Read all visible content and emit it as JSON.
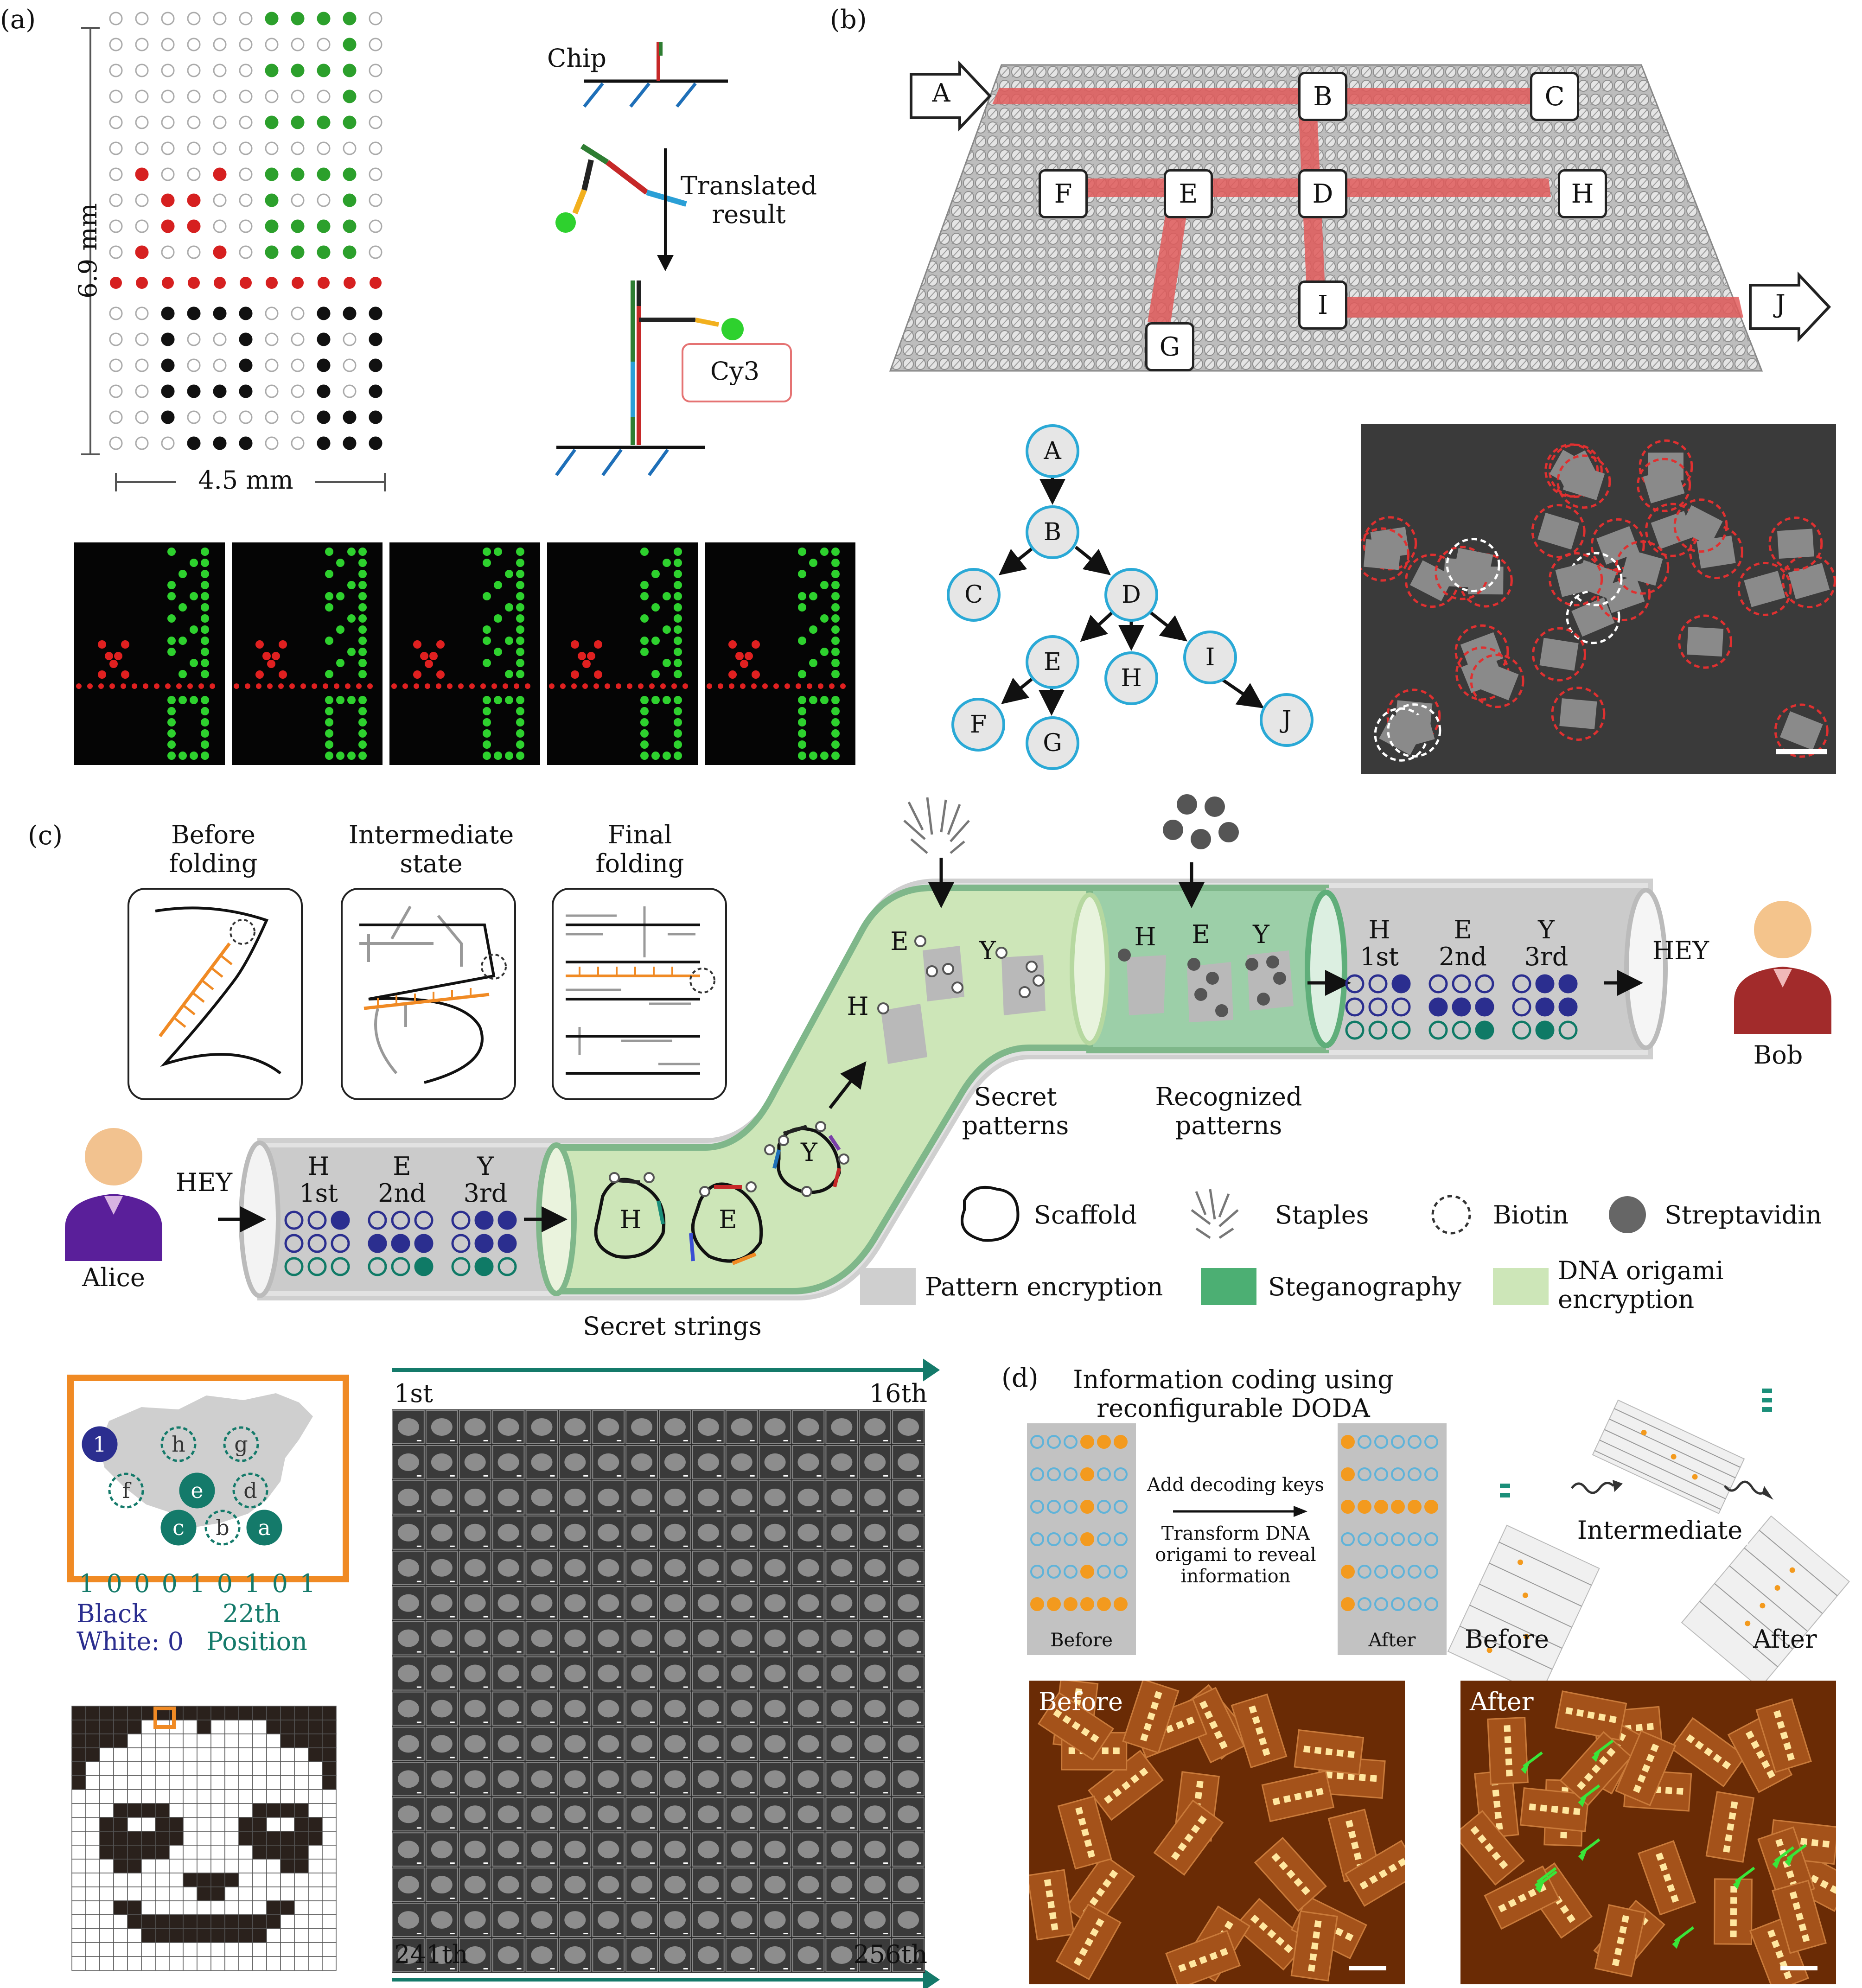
{
  "panel_labels": {
    "a": "(a)",
    "b": "(b)",
    "c": "(c)",
    "d": "(d)"
  },
  "panel_a": {
    "height_label": "6.9 mm",
    "width_label": "4.5 mm",
    "chip_label": "Chip",
    "arrow_label": "Translated result",
    "dye_label": "Cy3"
  },
  "panel_b": {
    "path_points": [
      "A",
      "B",
      "C",
      "D",
      "E",
      "F",
      "G",
      "H",
      "I",
      "J"
    ],
    "tree_nodes": [
      "A",
      "B",
      "C",
      "D",
      "E",
      "F",
      "G",
      "H",
      "I",
      "J"
    ],
    "colors": {
      "path": "#e05a5a",
      "node_border": "#2aa9d6",
      "node_fill": "#e6e6e6"
    }
  },
  "panel_c": {
    "states": [
      "Before folding",
      "Intermediate state",
      "Final folding"
    ],
    "sender": "Alice",
    "receiver": "Bob",
    "message": "HEY",
    "letters": [
      "H",
      "E",
      "Y"
    ],
    "ordinals": [
      "1st",
      "2nd",
      "3rd"
    ],
    "secret_strings": "Secret strings",
    "secret_patterns": "Secret patterns",
    "recognized_patterns": "Recognized patterns",
    "legend": {
      "scaffold": "Scaffold",
      "staples": "Staples",
      "biotin": "Biotin",
      "streptavidin": "Streptavidin",
      "pattern_encryption": "Pattern encryption",
      "steganography": "Steganography",
      "origami_encryption": "DNA origami encryption"
    },
    "colors": {
      "pattern": "#cfcfcf",
      "steganography": "#4caf73",
      "origami": "#cde6b8",
      "dot_blue": "#2b2e8f",
      "dot_green": "#0f7a66"
    }
  },
  "panel_map": {
    "bits": "1 0 0 0 1 0 1 0 1",
    "black_label": "Black",
    "white_label": "White: 0",
    "position_num": "22th",
    "position_label": "Position",
    "site_labels": [
      "1",
      "h",
      "g",
      "f",
      "e",
      "d",
      "c",
      "b",
      "a"
    ],
    "colors": {
      "frame": "#f08a24",
      "teal": "#147a6a",
      "navy": "#2b2e8f"
    }
  },
  "panel_grid": {
    "top_left": "1st",
    "top_right": "16th",
    "bottom_left": "241th",
    "bottom_right": "256th"
  },
  "panel_d": {
    "title": "Information coding using reconfigurable DODA",
    "step1": "Add decoding keys",
    "step2": "Transform DNA origami to reveal information",
    "before": "Before",
    "after": "After",
    "intermediate": "Intermediate",
    "afm_before": "Before",
    "afm_after": "After",
    "colors": {
      "orange": "#f39a1e",
      "blue": "#5fb3d9",
      "afm": "#8a3a08"
    }
  }
}
